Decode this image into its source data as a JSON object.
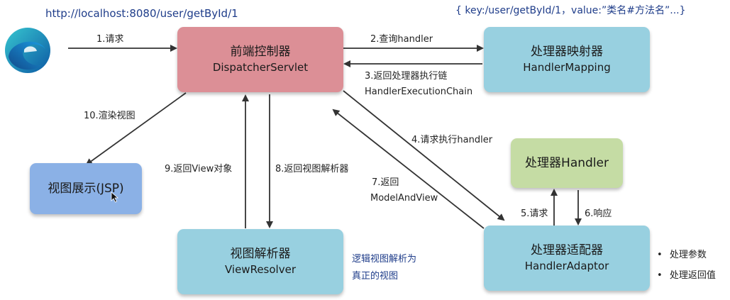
{
  "url": "http://localhost:8080/user/getById/1",
  "mapping_note": "{ key:/user/getById/1，value:”类名#方法名”...}",
  "boxes": {
    "dispatcher": {
      "title": "前端控制器",
      "subtitle": "DispatcherServlet",
      "color": "#dc8f96"
    },
    "mapping": {
      "title": "处理器映射器",
      "subtitle": "HandlerMapping",
      "color": "#98d0e0"
    },
    "handler": {
      "title": "处理器Handler",
      "color": "#c5dca4"
    },
    "adaptor": {
      "title": "处理器适配器",
      "subtitle": "HandlerAdaptor",
      "color": "#98d0e0"
    },
    "resolver": {
      "title": "视图解析器",
      "subtitle": "ViewResolver",
      "color": "#98d0e0"
    },
    "view": {
      "title": "视图展示(JSP)",
      "color": "#8bb1e6"
    }
  },
  "steps": {
    "s1": "1.请求",
    "s2": "2.查询handler",
    "s3_line1": "3.返回处理器执行链",
    "s3_line2": "HandlerExecutionChain",
    "s4": "4.请求执行handler",
    "s5": "5.请求",
    "s6": "6.响应",
    "s7_line1": "7.返回",
    "s7_line2": "ModelAndView",
    "s8": "8.返回视图解析器",
    "s9": "9.返回View对象",
    "s10": "10.渲染视图"
  },
  "resolver_note": {
    "line1": "逻辑视图解析为",
    "line2": "真正的视图"
  },
  "adaptor_bullets": [
    "处理参数",
    "处理返回值"
  ],
  "icons": {
    "browser": "edge-browser-icon",
    "cursor": "mouse-cursor-icon"
  }
}
